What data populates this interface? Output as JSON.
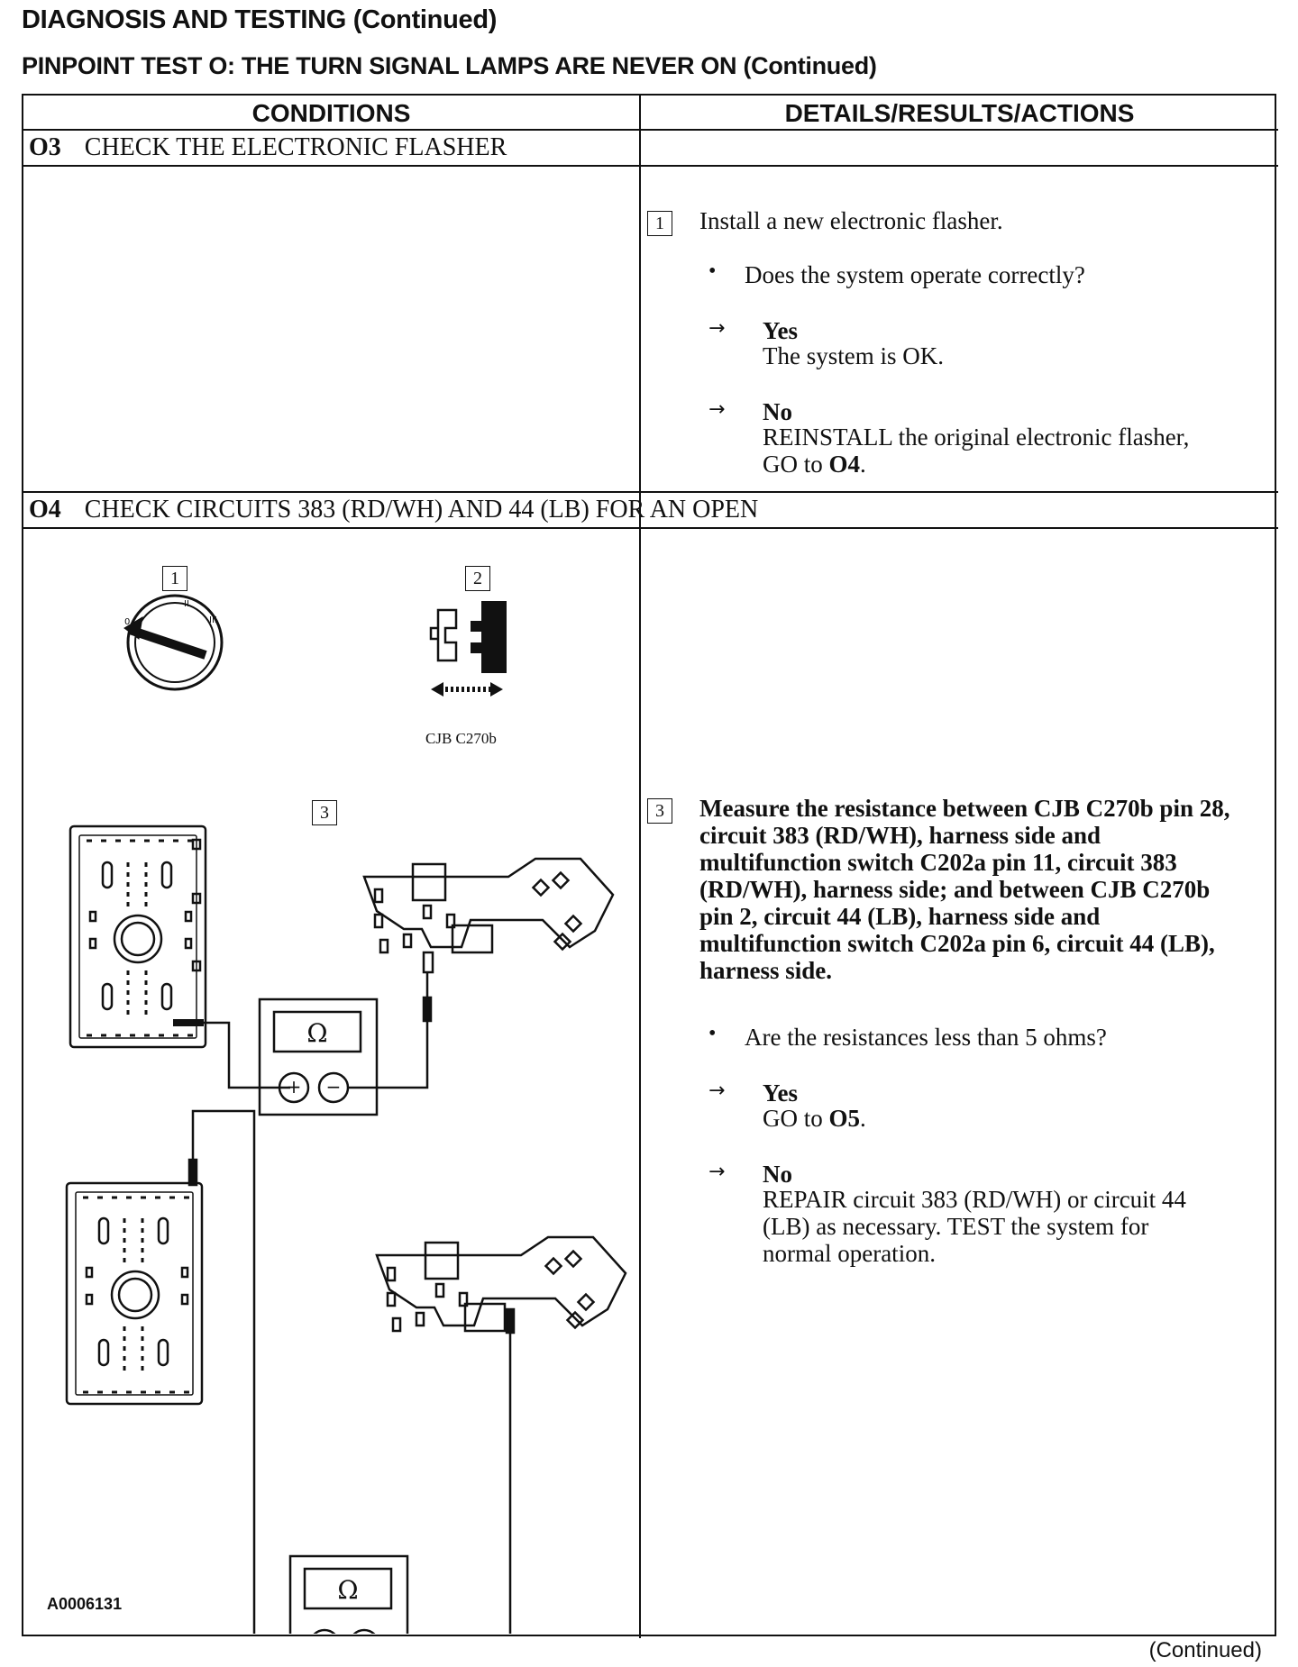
{
  "header": {
    "title": "DIAGNOSIS AND TESTING (Continued)",
    "subtitle": "PINPOINT TEST O:  THE TURN SIGNAL LAMPS ARE NEVER ON (Continued)"
  },
  "table": {
    "col_conditions": "CONDITIONS",
    "col_details": "DETAILS/RESULTS/ACTIONS"
  },
  "o3": {
    "id": "O3",
    "title": "CHECK THE ELECTRONIC FLASHER",
    "step_num": "1",
    "step_text": "Install a new electronic flasher.",
    "question": "Does the system operate correctly?",
    "yes_label": "Yes",
    "yes_text": "The system is OK.",
    "no_label": "No",
    "no_text_1": "REINSTALL the original electronic flasher,",
    "no_text_2_prefix": "GO to ",
    "no_text_2_ref": "O4",
    "no_text_2_suffix": "."
  },
  "o4": {
    "id": "O4",
    "title": "CHECK CIRCUITS 383 (RD/WH) AND 44 (LB) FOR AN OPEN",
    "fig_step1": "1",
    "fig_step2": "2",
    "fig_step3": "3",
    "connector_label": "CJB C270b",
    "ohm_symbol": "Ω",
    "figure_id": "A0006131",
    "step_num": "3",
    "step_lines": [
      "Measure the resistance between CJB C270b pin 28,",
      "circuit 383 (RD/WH), harness side and",
      "multifunction switch C202a pin 11, circuit 383",
      "(RD/WH), harness side; and between CJB C270b",
      "pin 2, circuit 44 (LB), harness side and",
      "multifunction switch  C202a pin 6, circuit 44 (LB),",
      "harness side."
    ],
    "question": "Are the resistances less than 5 ohms?",
    "yes_label": "Yes",
    "yes_prefix": "GO to ",
    "yes_ref": "O5",
    "yes_suffix": ".",
    "no_label": "No",
    "no_lines": [
      "REPAIR circuit 383 (RD/WH) or circuit 44",
      "(LB) as necessary. TEST the system for",
      "normal operation."
    ]
  },
  "footer": {
    "continued": "(Continued)"
  }
}
